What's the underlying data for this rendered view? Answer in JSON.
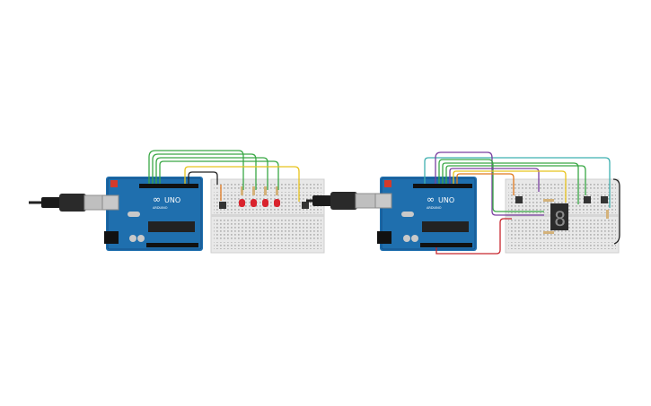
{
  "circuits": [
    {
      "board": {
        "logo": "∞",
        "model": "UNO",
        "brand": "ARDUINO"
      },
      "breadboard": {
        "leds": 4,
        "buttons": 2
      }
    },
    {
      "board": {
        "logo": "∞",
        "model": "UNO",
        "brand": "ARDUINO"
      },
      "breadboard": {
        "display_digit": "8",
        "buttons": 3,
        "resistors": 3
      }
    }
  ],
  "colors": {
    "board": "#1f6fae",
    "board_dark": "#15528a",
    "breadboard": "#e8e8e8",
    "wire_green": "#39a845",
    "wire_yellow": "#e8c31d",
    "wire_orange": "#e07a1f",
    "wire_black": "#222222",
    "wire_purple": "#7a3fa0",
    "wire_teal": "#3fb0b0",
    "wire_red": "#c8262e",
    "led_red": "#d9232d"
  }
}
